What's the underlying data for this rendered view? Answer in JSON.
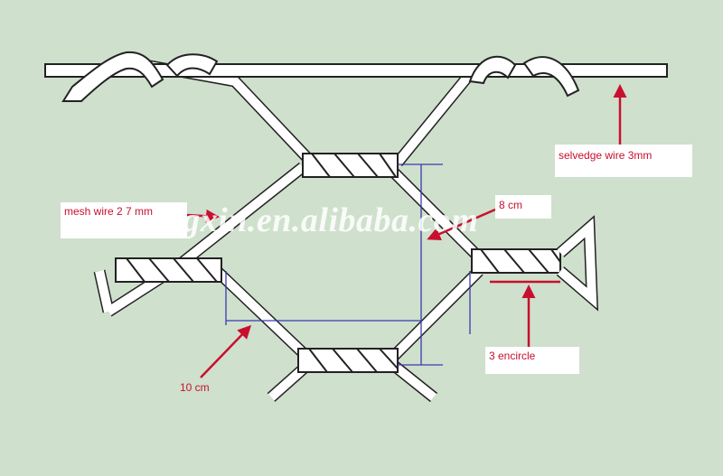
{
  "labels": {
    "selvedge": "selvedge wire 3mm",
    "mesh": "mesh wire 2 7 mm",
    "height": "8 cm",
    "twist": "3 encircle",
    "width": "10 cm"
  },
  "watermark": "kingxin.en.alibaba.com",
  "colors": {
    "background": "#cfe0cd",
    "wire_fill": "#ffffff",
    "wire_outline": "#222222",
    "annotation_red": "#c8102e",
    "dimension_blue": "#3a3ab0"
  }
}
